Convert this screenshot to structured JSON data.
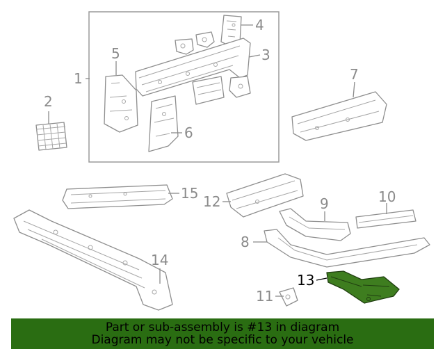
{
  "callouts": [
    {
      "id": "1",
      "text": "1"
    },
    {
      "id": "2",
      "text": "2"
    },
    {
      "id": "3",
      "text": "3"
    },
    {
      "id": "4",
      "text": "4"
    },
    {
      "id": "5",
      "text": "5"
    },
    {
      "id": "6",
      "text": "6"
    },
    {
      "id": "7",
      "text": "7"
    },
    {
      "id": "8",
      "text": "8"
    },
    {
      "id": "9",
      "text": "9"
    },
    {
      "id": "10",
      "text": "10"
    },
    {
      "id": "11",
      "text": "11"
    },
    {
      "id": "12",
      "text": "12"
    },
    {
      "id": "13",
      "text": "13"
    },
    {
      "id": "14",
      "text": "14"
    },
    {
      "id": "15",
      "text": "15"
    }
  ],
  "highlighted_part": "13",
  "colors": {
    "banner": "#2a6d12",
    "highlight_part": "#3e7d1f",
    "line_art": "#8e8e8e",
    "callout_text": "#8a8a8a"
  },
  "banner": {
    "line1": "Part or sub-assembly is #13 in diagram",
    "line2": "Diagram may not be specific to your vehicle"
  }
}
